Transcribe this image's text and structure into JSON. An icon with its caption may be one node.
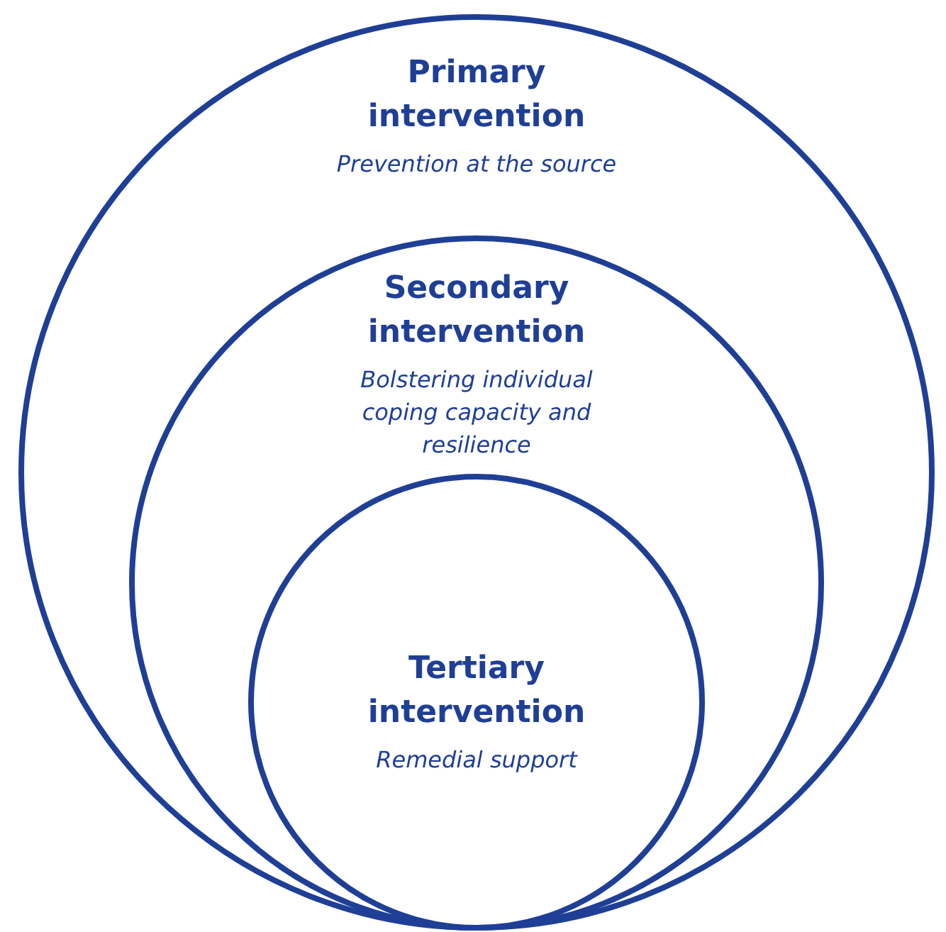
{
  "diagram": {
    "nodes": [
      {
        "text": [
          "Primary intervention",
          "Prevention at the source"
        ]
      },
      {
        "text": [
          "Secondary intervention",
          "Bolstering individual coping capacity and resilience"
        ],
        "in": 0
      },
      {
        "text": [
          "Tertiary intervention",
          "Remedial support"
        ],
        "in": 1
      }
    ]
  }
}
